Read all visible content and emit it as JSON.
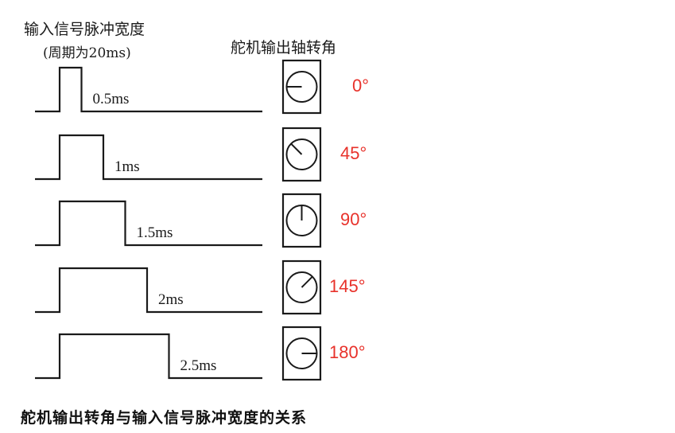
{
  "headers": {
    "input_width": "输入信号脉冲宽度",
    "period": "(周期为20ms)",
    "output_angle": "舵机输出轴转角"
  },
  "rows": [
    {
      "pulse_ms": 0.5,
      "pulse_label": "0.5ms",
      "angle_deg": 0,
      "angle_label": "0°"
    },
    {
      "pulse_ms": 1.0,
      "pulse_label": "1ms",
      "angle_deg": 45,
      "angle_label": "45°"
    },
    {
      "pulse_ms": 1.5,
      "pulse_label": "1.5ms",
      "angle_deg": 90,
      "angle_label": "90°"
    },
    {
      "pulse_ms": 2.0,
      "pulse_label": "2ms",
      "angle_deg": 135,
      "angle_label": "145°"
    },
    {
      "pulse_ms": 2.5,
      "pulse_label": "2.5ms",
      "angle_deg": 180,
      "angle_label": "180°"
    }
  ],
  "caption": "舵机输出转角与输入信号脉冲宽度的关系",
  "colors": {
    "ink": "#1a1a1a",
    "angle_text": "#e8322b"
  }
}
